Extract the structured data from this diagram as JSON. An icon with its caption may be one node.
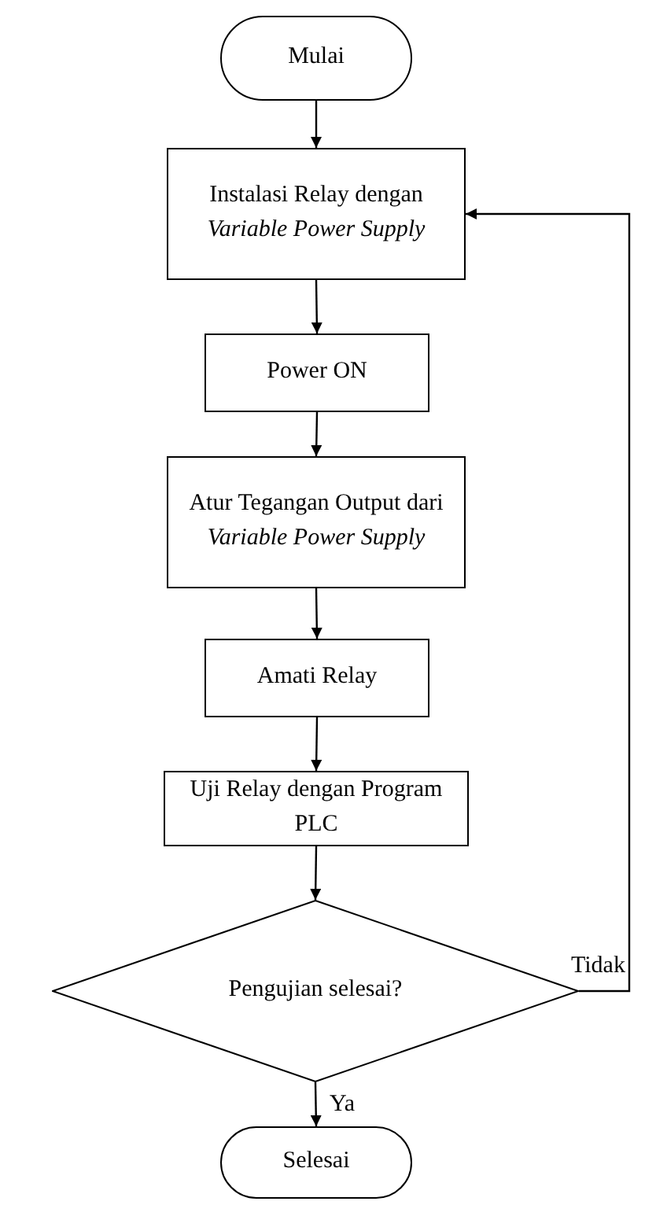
{
  "diagram": {
    "nodes": [
      {
        "text": [
          "Mulai"
        ]
      },
      {
        "text": [
          "Instalasi Relay dengan *Variable Power Supply*"
        ]
      },
      {
        "text": [
          "Power ON"
        ]
      },
      {
        "text": [
          "Atur Tegangan Output dari *Variable Power Supply*"
        ]
      },
      {
        "text": [
          "Amati Relay"
        ]
      },
      {
        "text": [
          "Uji Relay dengan Program PLC"
        ]
      },
      {
        "text": [
          "Pengujian selesai?"
        ]
      },
      {
        "text": [
          "Selesai"
        ]
      }
    ],
    "edges": [
      {
        "from": 0,
        "to": 1,
        "arrow": "to"
      },
      {
        "from": 1,
        "to": 2,
        "arrow": "to"
      },
      {
        "from": 2,
        "to": 3,
        "arrow": "to"
      },
      {
        "from": 3,
        "to": 4,
        "arrow": "to"
      },
      {
        "from": 4,
        "to": 5,
        "arrow": "to"
      },
      {
        "from": 5,
        "to": 6,
        "arrow": "to"
      },
      {
        "from": 6,
        "to": 7,
        "label": "Ya",
        "arrow": "to"
      },
      {
        "from": 6,
        "to": 1,
        "label": "Tidak",
        "arrow": "to"
      }
    ]
  }
}
